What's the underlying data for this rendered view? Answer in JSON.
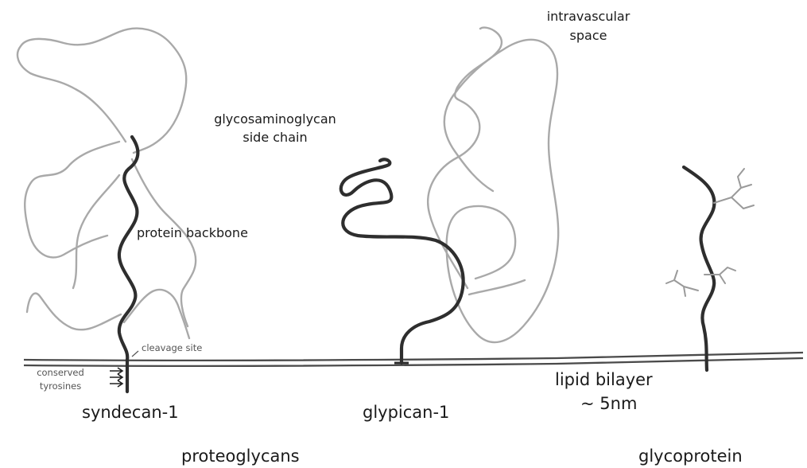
{
  "labels": {
    "intravascular_line1": "intravascular",
    "intravascular_line2": "space",
    "gag_line1": "glycosaminoglycan",
    "gag_line2": "side chain",
    "protein_backbone": "protein backbone",
    "cleavage_site": "cleavage site",
    "conserved_line1": "conserved",
    "conserved_line2": "tyrosines",
    "syndecan": "syndecan-1",
    "glypican": "glypican-1",
    "lipid_bilayer": "lipid bilayer",
    "thickness": "~ 5nm",
    "proteoglycans": "proteoglycans",
    "glycoprotein": "glycoprotein"
  }
}
